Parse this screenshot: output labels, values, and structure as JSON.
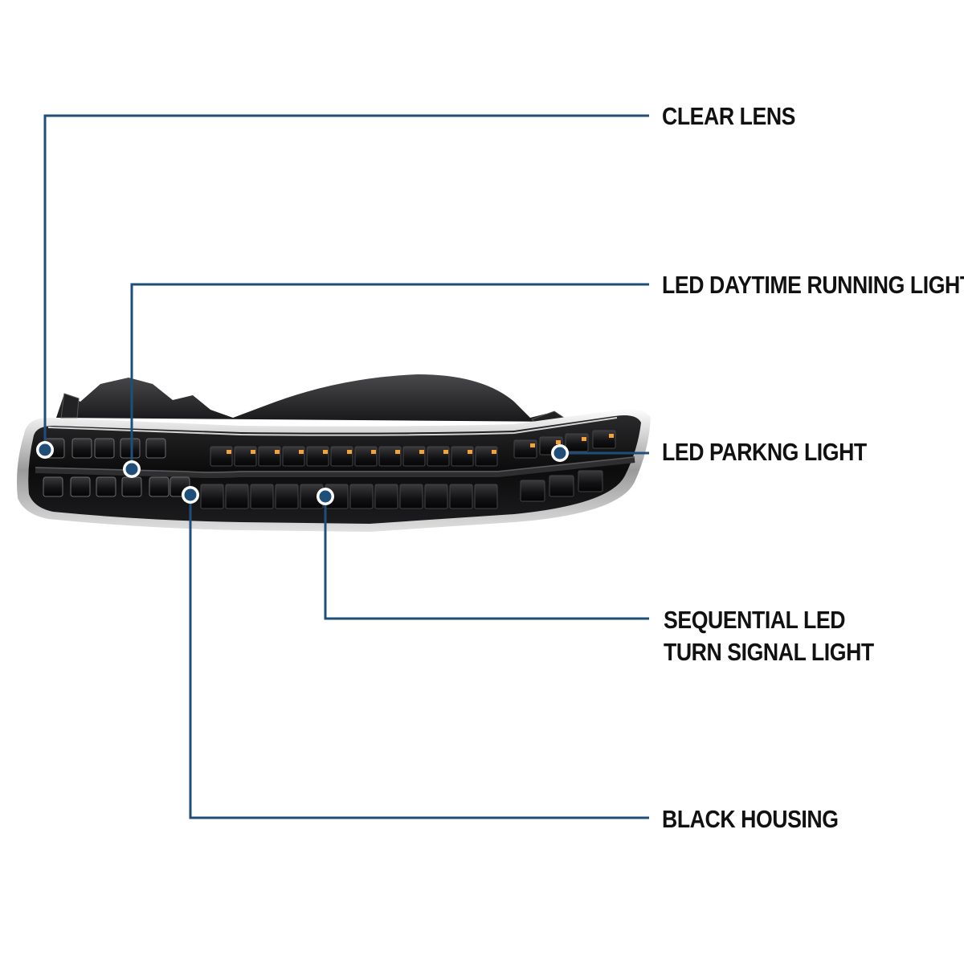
{
  "callouts": [
    {
      "id": "clear-lens",
      "lines": [
        "CLEAR LENS"
      ]
    },
    {
      "id": "led-drl",
      "lines": [
        "LED DAYTIME RUNNING LIGHT"
      ]
    },
    {
      "id": "led-parking",
      "lines": [
        "LED PARKNG LIGHT"
      ]
    },
    {
      "id": "sequential-turn",
      "lines": [
        "SEQUENTIAL LED",
        "TURN SIGNAL LIGHT"
      ]
    },
    {
      "id": "black-housing",
      "lines": [
        "BLACK HOUSING"
      ]
    }
  ],
  "colors": {
    "leader_line": "#1f4e79",
    "dot_fill": "#1f4e79",
    "dot_ring": "#ffffff",
    "housing": "#0b0b0c",
    "lens_chrome": "#e8e8e8",
    "amber_led": "#f2a33a",
    "label_text": "#111111"
  }
}
